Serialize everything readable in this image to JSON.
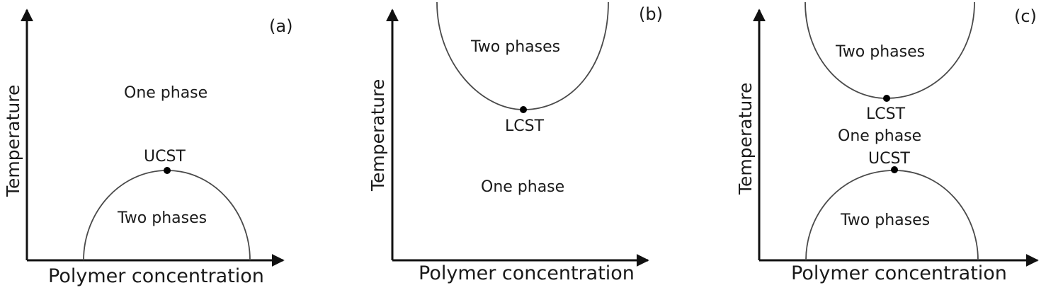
{
  "panels": [
    {
      "tag": "(a)",
      "xlabel": "Polymer concentration",
      "ylabel": "Temperature",
      "region_upper": "One phase",
      "region_lower": "Two phases",
      "point_label": "UCST"
    },
    {
      "tag": "(b)",
      "xlabel": "Polymer concentration",
      "ylabel": "Temperature",
      "region_upper": "Two phases",
      "region_lower": "One phase",
      "point_label": "LCST"
    },
    {
      "tag": "(c)",
      "xlabel": "Polymer concentration",
      "ylabel": "Temperature",
      "region_upper": "Two phases",
      "region_middle": "One phase",
      "region_lower": "Two phases",
      "point_label_upper": "LCST",
      "point_label_lower": "UCST"
    }
  ]
}
